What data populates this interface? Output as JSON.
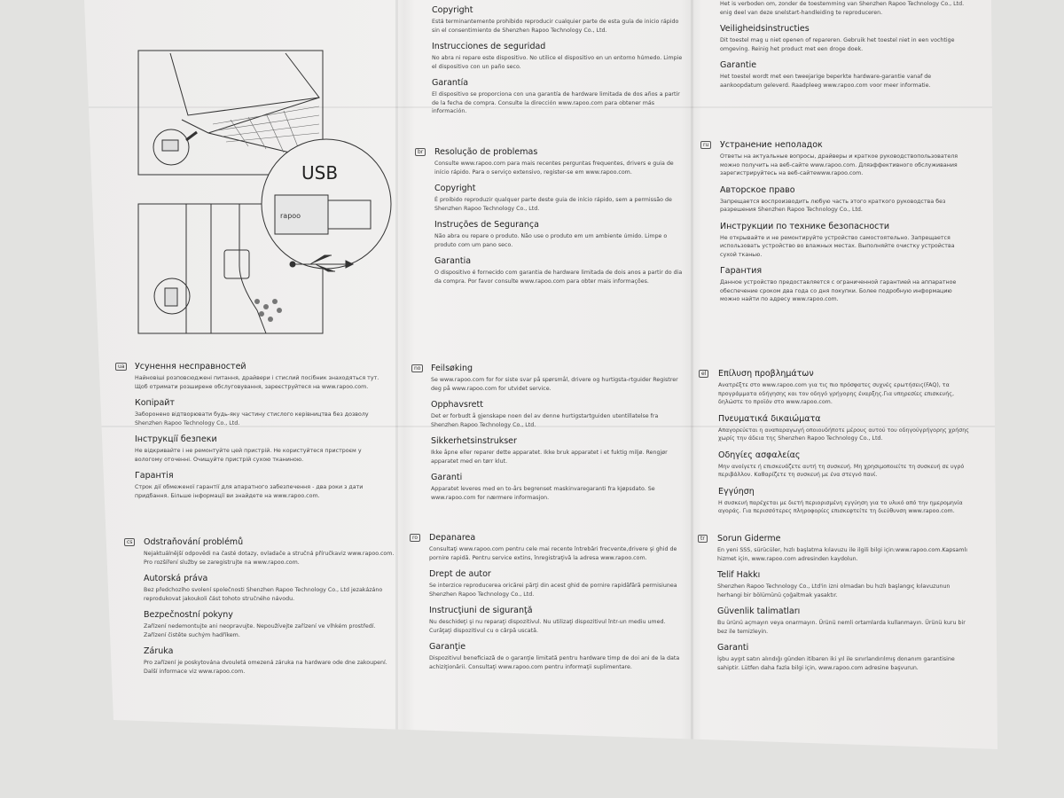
{
  "illustration": {
    "usb_label": "USB",
    "logo": "rapoo"
  },
  "sections": [
    {
      "id": "es",
      "code": "",
      "blocks": [
        {
          "heading": "Copyright",
          "text": "Está terminantemente prohibido reproducir cualquier parte de esta guía de inicio rápido sin el consentimiento de Shenzhen Rapoo Technology Co., Ltd."
        },
        {
          "heading": "Instrucciones de seguridad",
          "text": "No abra ni repare este dispositivo. No utilice el dispositivo en un entorno húmedo. Limpie el dispositivo con un paño seco."
        },
        {
          "heading": "Garantía",
          "text": "El dispositivo se proporciona con una garantía de hardware limitada de dos años a partir de la fecha de compra. Consulte la dirección www.rapoo.com para obtener más información."
        }
      ]
    },
    {
      "id": "nl",
      "code": "",
      "blocks": [
        {
          "heading": "Copyright",
          "text": "Het is verboden om, zonder de toestemming van Shenzhen Rapoo Technology Co., Ltd. enig deel van deze snelstart-handleiding te reproduceren."
        },
        {
          "heading": "Veiligheidsinstructies",
          "text": "Dit toestel mag u niet openen of repareren. Gebruik het toestel niet in een vochtige omgeving. Reinig het product met een droge doek."
        },
        {
          "heading": "Garantie",
          "text": "Het toestel wordt met een tweejarige beperkte hardware-garantie vanaf de aankoopdatum geleverd. Raadpleeg www.rapoo.com voor meer informatie."
        }
      ]
    },
    {
      "id": "pt",
      "code": "br",
      "blocks": [
        {
          "heading": "Resolução de problemas",
          "text": "Consulte www.rapoo.com para mais recentes perguntas frequentes, drivers e guia de início rápido. Para o serviço extensivo, register-se em www.rapoo.com."
        },
        {
          "heading": "Copyright",
          "text": "É proibido reproduzir qualquer parte deste guia de início rápido, sem a permissão de Shenzhen Rapoo Technology Co., Ltd."
        },
        {
          "heading": "Instruções de Segurança",
          "text": "Não abra ou repare o produto. Não use o produto em um ambiente úmido. Limpe o produto com um pano seco."
        },
        {
          "heading": "Garantia",
          "text": "O dispositivo é fornecido com garantia de hardware limitada de dois anos a partir do dia da compra. Por favor consulte www.rapoo.com para obter mais informações."
        }
      ]
    },
    {
      "id": "ru",
      "code": "ru",
      "blocks": [
        {
          "heading": "Устранение неполадок",
          "text": "Ответы на актуальные вопросы, драйверы и краткое руководствопользователя можно получить на веб-сайте www.rapoo.com. Дляэффективного обслуживания зарегистрируйтесь на веб-сайтеwww.rapoo.com."
        },
        {
          "heading": "Авторское право",
          "text": "Запрещается воспроизводить любую часть этого краткого руководства без разрешения Shenzhen Rapoo Technology Co., Ltd."
        },
        {
          "heading": "Инструкции по технике безопасности",
          "text": "Не открывайте и не ремонтируйте устройство самостоятельно. Запрещается использовать устройство во влажных местах. Выполняйте очистку устройства сухой тканью."
        },
        {
          "heading": "Гарантия",
          "text": "Данное устройство предоставляется с ограниченной гарантией на аппаратное обеспечение сроком два года со дня покупки. Более подробную информацию можно найти по адресу www.rapoo.com."
        }
      ]
    },
    {
      "id": "ua",
      "code": "ua",
      "blocks": [
        {
          "heading": "Усунення несправностей",
          "text": "Найновіші розповсюджені питання, драйвери і стислий посібник знаходяться тут. Щоб отримати розширене обслуговування, зареєструйтеся на www.rapoo.com."
        },
        {
          "heading": "Копірайт",
          "text": "Заборонено відтворювати будь-яку частину стислого керівництва без дозволу Shenzhen Rapoo Technology Co., Ltd."
        },
        {
          "heading": "Інструкції безпеки",
          "text": "Не відкривайте і не ремонтуйте цей пристрій. Не користуйтеся пристроєм у вологому оточенні. Очищуйте пристрій сухою тканиною."
        },
        {
          "heading": "Гарантія",
          "text": "Строк дії обмеженої гарантії для апаратного забезпечення - два роки з дати придбання. Більше інформації ви знайдете на www.rapoo.com."
        }
      ]
    },
    {
      "id": "no",
      "code": "no",
      "blocks": [
        {
          "heading": "Feilsøking",
          "text": "Se www.rapoo.com for for siste svar på spørsmål, drivere og hurtigsta-rtguider Registrer deg på www.rapoo.com for utvidet service."
        },
        {
          "heading": "Opphavsrett",
          "text": "Det er forbudt å gjenskape noen del av denne hurtigstartguiden utentillatelse fra Shenzhen Rapoo Technology Co., Ltd."
        },
        {
          "heading": "Sikkerhetsinstrukser",
          "text": "Ikke åpne eller reparer dette apparatet. Ikke bruk apparatet i et fuktig miljø. Rengjør apparatet med en tørr klut."
        },
        {
          "heading": "Garanti",
          "text": "Apparatet leveres med en to-års begrenset maskinvaregaranti fra kjøpsdato. Se www.rapoo.com for nærmere informasjon."
        }
      ]
    },
    {
      "id": "el",
      "code": "el",
      "blocks": [
        {
          "heading": "Επίλυση προβλημάτων",
          "text": "Ανατρέξτε στο www.rapoo.com για τις πιο πρόσφατες συχνές ερωτήσεις(FAQ), τα προγράμματα οδήγησης και τον οδηγό γρήγορης έναρξης.Για υπηρεσίες επισκευής, δηλώστε το προϊόν στο www.rapoo.com."
        },
        {
          "heading": "Πνευματικά δικαιώματα",
          "text": "Απαγορεύεται η αναπαραγωγή οποιουδήποτε μέρους αυτού του οδηγούγρήγορης χρήσης χωρίς την άδεια της Shenzhen Rapoo Technology Co., Ltd."
        },
        {
          "heading": "Οδηγίες ασφαλείας",
          "text": "Μην ανοίγετε ή επισκευάζετε αυτή τη συσκευή. Μη χρησιμοποιείτε τη συσκευή σε υγρό περιβάλλον. Καθαρίζετε τη συσκευή με ένα στεγνό πανί."
        },
        {
          "heading": "Εγγύηση",
          "text": "Η συσκευή παρέχεται με διετή περιορισμένη εγγύηση για το υλικό από την ημερομηνία αγοράς. Για περισσότερες πληροφορίες επισκεφτείτε τη διεύθυνση www.rapoo.com."
        }
      ]
    },
    {
      "id": "cs",
      "code": "cs",
      "blocks": [
        {
          "heading": "Odstraňování problémů",
          "text": "Nejaktuálnější odpovědi na časté dotazy, ovladače a stručná příručkaviz www.rapoo.com. Pro rozšíření služby se zaregistrujte na www.rapoo.com."
        },
        {
          "heading": "Autorská práva",
          "text": "Bez předchozího svolení společnosti Shenzhen Rapoo Technology Co., Ltd jezakázáno reprodukovat jakoukoli část tohoto stručného návodu."
        },
        {
          "heading": "Bezpečnostní pokyny",
          "text": "Zařízení nedemontujte ani neopravujte. Nepoužívejte zařízení ve vlhkém prostředí. Zařízení čistěte suchým hadříkem."
        },
        {
          "heading": "Záruka",
          "text": "Pro zařízení je poskytována dvouletá omezená záruka na hardware ode dne zakoupení. Další informace viz www.rapoo.com."
        }
      ]
    },
    {
      "id": "ro",
      "code": "ro",
      "blocks": [
        {
          "heading": "Depanarea",
          "text": "Consultaţi www.rapoo.com pentru cele mai recente întrebări frecvente,drivere şi ghid de pornire rapidă. Pentru service extins, înregistraţivă la adresa www.rapoo.com."
        },
        {
          "heading": "Drept de autor",
          "text": "Se interzice reproducerea oricărei părţi din acest ghid de pornire rapidăfără permisiunea Shenzhen Rapoo Technology Co., Ltd."
        },
        {
          "heading": "Instrucţiuni de siguranţă",
          "text": "Nu deschideţi şi nu reparaţi dispozitivul. Nu utilizaţi dispozitivul într-un mediu umed. Curăţaţi dispozitivul cu o cârpă uscată."
        },
        {
          "heading": "Garanţie",
          "text": "Dispozitivul beneficiază de o garanţie limitată pentru hardware timp de doi ani de la data achiziţionării. Consultaţi www.rapoo.com pentru informaţii suplimentare."
        }
      ]
    },
    {
      "id": "tr",
      "code": "tr",
      "blocks": [
        {
          "heading": "Sorun Giderme",
          "text": "En yeni SSS, sürücüler, hızlı başlatma kılavuzu ile ilgili bilgi için:www.rapoo.com.Kapsamlı hizmet için, www.rapoo.com adresinden kaydolun."
        },
        {
          "heading": "Telif Hakkı",
          "text": "Shenzhen Rapoo Technology Co., Ltd'in izni olmadan bu hızlı başlangıç kılavuzunun herhangi bir bölümünü çoğaltmak yasaktır."
        },
        {
          "heading": "Güvenlik talimatları",
          "text": "Bu ürünü açmayın veya onarmayın. Ürünü nemli ortamlarda kullanmayın. Ürünü kuru bir bez ile temizleyin."
        },
        {
          "heading": "Garanti",
          "text": "İşbu aygıt satın alındığı günden itibaren iki yıl ile sınırlandırılmış donanım garantisine sahiptir. Lütfen daha fazla bilgi için, www.rapoo.com adresine başvurun."
        }
      ]
    }
  ]
}
